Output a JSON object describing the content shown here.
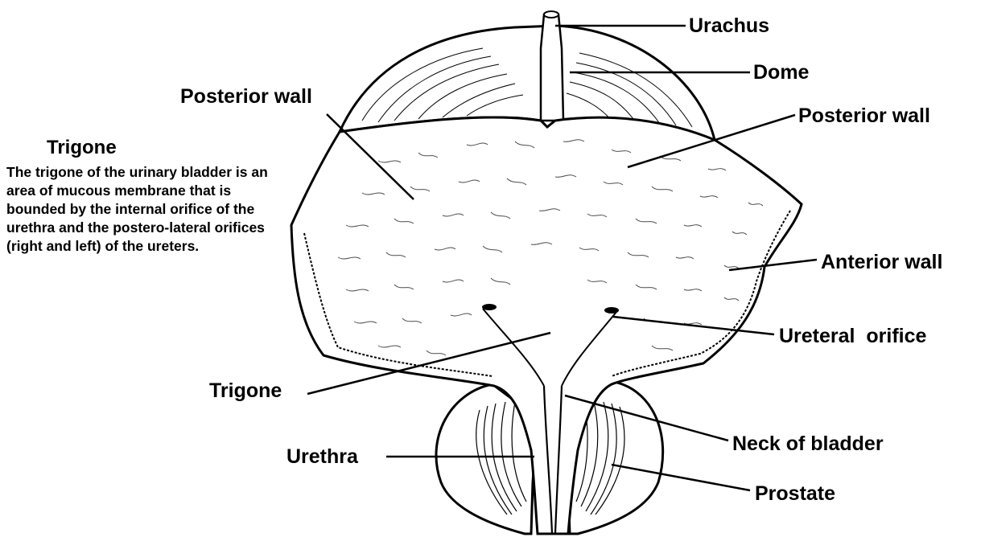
{
  "labels": {
    "urachus": "Urachus",
    "dome": "Dome",
    "posterior_wall_left": "Posterior wall",
    "posterior_wall_right": "Posterior wall",
    "anterior_wall": "Anterior wall",
    "ureteral_orifice": "Ureteral  orifice",
    "trigone": "Trigone",
    "neck_of_bladder": "Neck of bladder",
    "urethra": "Urethra",
    "prostate": "Prostate"
  },
  "description": {
    "title": "Trigone",
    "body": "The trigone of the urinary bladder is an area of mucous membrane that is bounded by the internal orifice of the urethra and the postero-lateral orifices (right and left) of the ureters."
  }
}
